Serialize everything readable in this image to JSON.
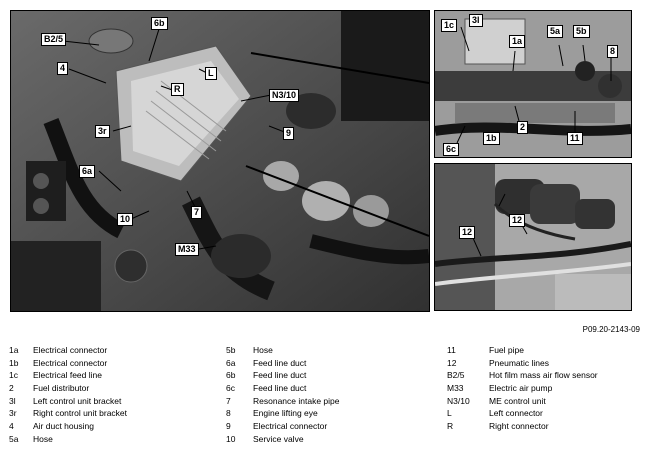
{
  "figure_ref": "P09.20-2143-09",
  "main_callouts": {
    "b25": "B2/5",
    "c6b": "6b",
    "c4": "4",
    "cL": "L",
    "cR": "R",
    "n310": "N3/10",
    "c3r": "3r",
    "c9": "9",
    "c6a": "6a",
    "c7": "7",
    "c10": "10",
    "m33": "M33"
  },
  "inset_top_callouts": {
    "c1c": "1c",
    "c3l": "3l",
    "c1a": "1a",
    "c5a": "5a",
    "c5b": "5b",
    "c8": "8",
    "c2": "2",
    "c1b": "1b",
    "c11": "11",
    "c6c": "6c"
  },
  "inset_bottom_callouts": {
    "c12a": "12",
    "c12b": "12"
  },
  "legend": {
    "col1": [
      {
        "code": "1a",
        "desc": "Electrical connector"
      },
      {
        "code": "1b",
        "desc": "Electrical connector"
      },
      {
        "code": "1c",
        "desc": "Electrical feed line"
      },
      {
        "code": "2",
        "desc": "Fuel distributor"
      },
      {
        "code": "3l",
        "desc": "Left control unit bracket"
      },
      {
        "code": "3r",
        "desc": "Right control unit bracket"
      },
      {
        "code": "4",
        "desc": "Air duct housing"
      },
      {
        "code": "5a",
        "desc": "Hose"
      }
    ],
    "col2": [
      {
        "code": "5b",
        "desc": "Hose"
      },
      {
        "code": "6a",
        "desc": "Feed line duct"
      },
      {
        "code": "6b",
        "desc": "Feed line duct"
      },
      {
        "code": "6c",
        "desc": "Feed line duct"
      },
      {
        "code": "7",
        "desc": "Resonance intake pipe"
      },
      {
        "code": "8",
        "desc": "Engine lifting eye"
      },
      {
        "code": "9",
        "desc": "Electrical connector"
      },
      {
        "code": "10",
        "desc": "Service valve"
      }
    ],
    "col3": [
      {
        "code": "11",
        "desc": "Fuel pipe"
      },
      {
        "code": "12",
        "desc": "Pneumatic lines"
      },
      {
        "code": "B2/5",
        "desc": "Hot film mass air flow sensor"
      },
      {
        "code": "M33",
        "desc": "Electric air pump"
      },
      {
        "code": "N3/10",
        "desc": "ME control unit"
      },
      {
        "code": "L",
        "desc": "Left connector"
      },
      {
        "code": "R",
        "desc": "Right connector"
      }
    ]
  }
}
